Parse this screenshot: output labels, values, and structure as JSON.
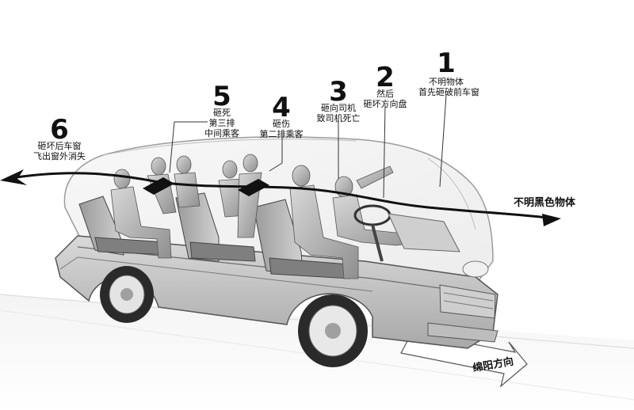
{
  "markers": [
    {
      "number": "1",
      "line1": "不明物体",
      "line2": "首先砸破前车窗"
    },
    {
      "number": "2",
      "line1": "然后",
      "line2": "砸坏方向盘"
    },
    {
      "number": "3",
      "line1": "砸向司机",
      "line2": "致司机死亡"
    },
    {
      "number": "4",
      "line1": "砸伤",
      "line2": "第二排乘客"
    },
    {
      "number": "5",
      "line1": "砸死",
      "line2": "第三排",
      "line3": "中间乘客"
    },
    {
      "number": "6",
      "line1": "砸坏后车窗",
      "line2": "飞出窗外消失"
    }
  ],
  "object_label": "不明黑色物体",
  "direction_label": "绵阳方向"
}
